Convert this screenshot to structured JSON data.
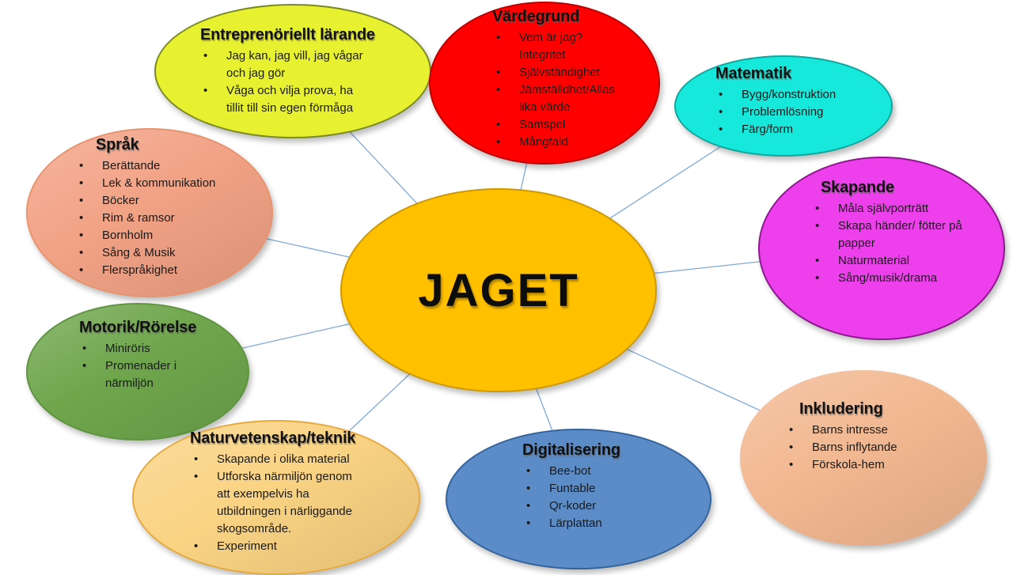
{
  "slide": {
    "background": "#FFFFFF",
    "connector_color": "#7FA8D8"
  },
  "center": {
    "label": "JAGET",
    "fill": "#FFC000",
    "border": "#CE9A00"
  },
  "nodes": [
    {
      "id": "entreprenoriellt-larande",
      "title": "Entreprenöriellt lärande",
      "items": [
        "Jag kan, jag vill, jag vågar\noch jag gör",
        "Våga och vilja prova, ha\ntillit till sin egen förmåga"
      ],
      "fill": "#E8F12F",
      "border": "#7C8A22"
    },
    {
      "id": "vardegrund",
      "title": "Värdegrund",
      "items": [
        "Vem är jag?\nIntegritet",
        "Självständighet",
        "Jämställdhet/Allas\nlika värde",
        "Samspel",
        "Mångfald"
      ],
      "fill": "#FE0000",
      "border": "#BE0000"
    },
    {
      "id": "matematik",
      "title": "Matematik",
      "items": [
        "Bygg/konstruktion",
        "Problemlösning",
        "Färg/form"
      ],
      "fill": "#16E9DC",
      "border": "#0FA79D"
    },
    {
      "id": "skapande",
      "title": "Skapande",
      "items": [
        "Måla självporträtt",
        "Skapa händer/ fötter på\npapper",
        "Naturmaterial",
        "Sång/musik/drama"
      ],
      "fill": "#EE3FED",
      "border": "#8E188E"
    },
    {
      "id": "sprak",
      "title": "Språk",
      "items": [
        "Berättande",
        "Lek & kommunikation",
        "Böcker",
        "Rim & ramsor",
        "Bornholm",
        "Sång & Musik",
        "Flerspråkighet"
      ],
      "fill": "#F2A285",
      "border": "#E8946F"
    },
    {
      "id": "motorik-rorelse",
      "title": "Motorik/Rörelse",
      "items": [
        "Miniröris",
        "Promenader i\nnärmiljön"
      ],
      "fill": "#6FA64C",
      "border": "#5F9440"
    },
    {
      "id": "naturvetenskap-teknik",
      "title": "Naturvetenskap/teknik",
      "items": [
        "Skapande i olika material",
        "Utforska närmiljön genom\natt exempelvis ha\nutbildningen i närliggande\nskogsområde.",
        "Experiment"
      ],
      "fill": "#FAD383",
      "border": "#E8A93D"
    },
    {
      "id": "digitalisering",
      "title": "Digitalisering",
      "items": [
        "Bee-bot",
        "Funtable",
        "Qr-koder",
        "Lärplattan"
      ],
      "fill": "#5B8CC8",
      "border": "#33639B"
    },
    {
      "id": "inkludering",
      "title": "Inkludering",
      "items": [
        "Barns intresse",
        "Barns inflytande",
        "Förskola-hem"
      ],
      "fill": "#F2B891",
      "border": "#F2B891"
    }
  ]
}
